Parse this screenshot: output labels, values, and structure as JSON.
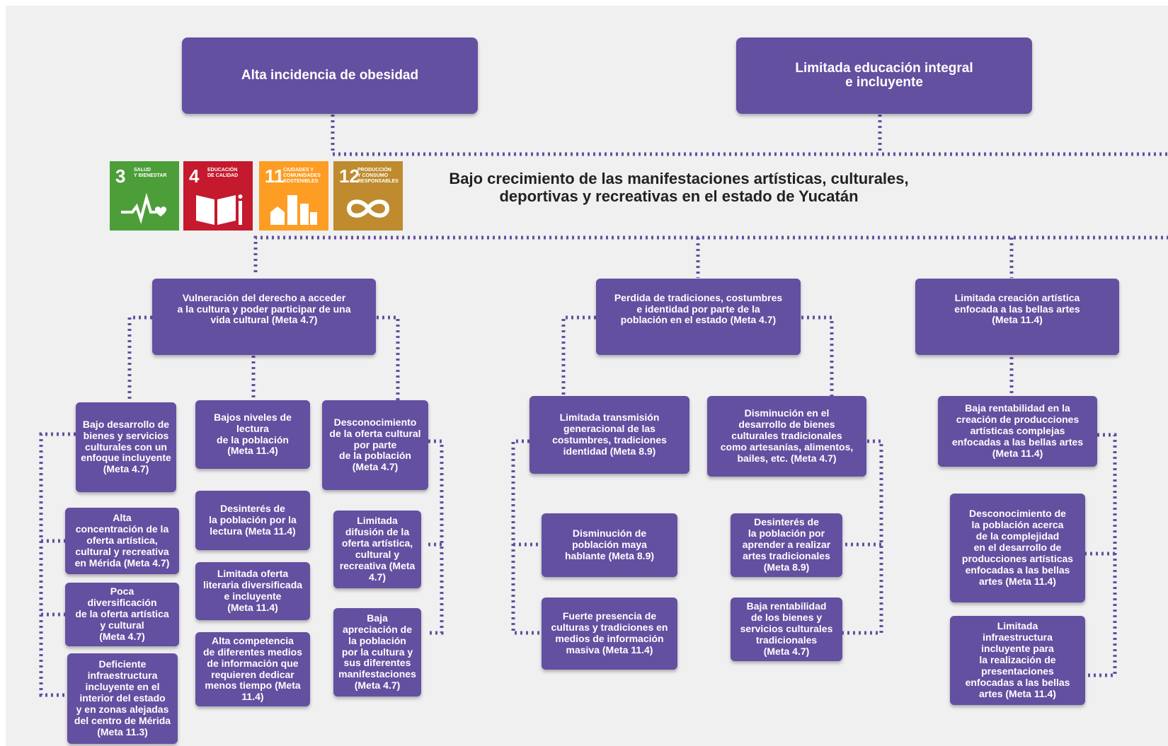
{
  "top_boxes": {
    "left": "Alta incidencia de obesidad",
    "right": "Limitada educación integral\ne incluyente"
  },
  "main_problem": "Bajo crecimiento de las manifestaciones artísticas, culturales,\ndeportivas y recreativas  en el estado de Yucatán",
  "sdg_icons": [
    {
      "number": "3",
      "label": "Salud\ny bienestar",
      "color": "#4c9f38",
      "icon": "heartbeat-icon"
    },
    {
      "number": "4",
      "label": "Educación\nde calidad",
      "color": "#c5192d",
      "icon": "book-icon"
    },
    {
      "number": "11",
      "label": "Ciudades y\ncomunidades\nsostenibles",
      "color": "#fd9d24",
      "icon": "city-icon"
    },
    {
      "number": "12",
      "label": "Producción\ny consumo\nresponsables",
      "color": "#bf8b2e",
      "icon": "infinity-icon"
    }
  ],
  "level2": {
    "left": "Vulneración del derecho a acceder\na la cultura y poder participar de una\nvida cultural (Meta 4.7)",
    "center": "Perdida de tradiciones, costumbres\ne identidad por parte de la\npoblación en el estado (Meta 4.7)",
    "right": "Limitada creación artística\nenfocada a las bellas artes\n(Meta 11.4)"
  },
  "level3": {
    "a1": "Bajo desarrollo de\nbienes y servicios\nculturales con un\nenfoque incluyente\n(Meta 4.7)",
    "a2": "Alta\nconcentración de la\noferta artística,\ncultural y recreativa\nen Mérida (Meta 4.7)",
    "a3": "Poca\ndiversificación\nde la oferta artística\ny cultural\n(Meta 4.7)",
    "a4": "Deficiente\ninfraestructura\nincluyente en el\ninterior del estado\ny en zonas alejadas\ndel centro de Mérida\n(Meta 11.3)",
    "b1": "Bajos niveles de\nlectura\nde la población\n(Meta 11.4)",
    "b2": "Desinterés de\nla población por la\nlectura (Meta 11.4)",
    "b3": "Limitada oferta\nliteraria diversificada\ne incluyente\n(Meta 11.4)",
    "b4": "Alta competencia\nde diferentes medios\nde información que\nrequieren dedicar\nmenos tiempo (Meta\n11.4)",
    "c1": "Desconocimiento\nde la oferta cultural\npor parte\nde la población\n(Meta 4.7)",
    "c2": "Limitada\ndifusión de la\noferta artística,\ncultural y\nrecreativa (Meta\n4.7)",
    "c3": "Baja\napreciación de\nla población\npor la cultura y\nsus diferentes\nmanifestaciones\n(Meta 4.7)",
    "d1": "Limitada transmisión\ngeneracional de las\ncostumbres, tradiciones\nidentidad (Meta 8.9)",
    "d2": "Disminución de\npoblación maya\nhablante (Meta 8.9)",
    "d3": "Fuerte presencia de\nculturas y tradiciones en\nmedios de información\nmasiva (Meta 11.4)",
    "e1": "Disminución en el\ndesarrollo de bienes\nculturales tradicionales\ncomo artesanías, alimentos,\nbailes, etc. (Meta 4.7)",
    "e2": "Desinterés de\nla población por\naprender a realizar\nartes tradicionales\n(Meta 8.9)",
    "e3": "Baja rentabilidad\nde los bienes y\nservicios culturales\ntradicionales\n(Meta 4.7)",
    "f1": "Baja rentabilidad en la\ncreación de producciones\nartísticas complejas\nenfocadas a las bellas artes\n(Meta 11.4)",
    "f2": "Desconocimiento de\nla población acerca\nde la complejidad\nen el desarrollo de\nproducciones artísticas\nenfocadas a las bellas\nartes (Meta 11.4)",
    "f3": "Limitada\ninfraestructura\nincluyente  para\nla realización de\npresentaciones\nenfocadas a las bellas\nartes (Meta 11.4)"
  }
}
